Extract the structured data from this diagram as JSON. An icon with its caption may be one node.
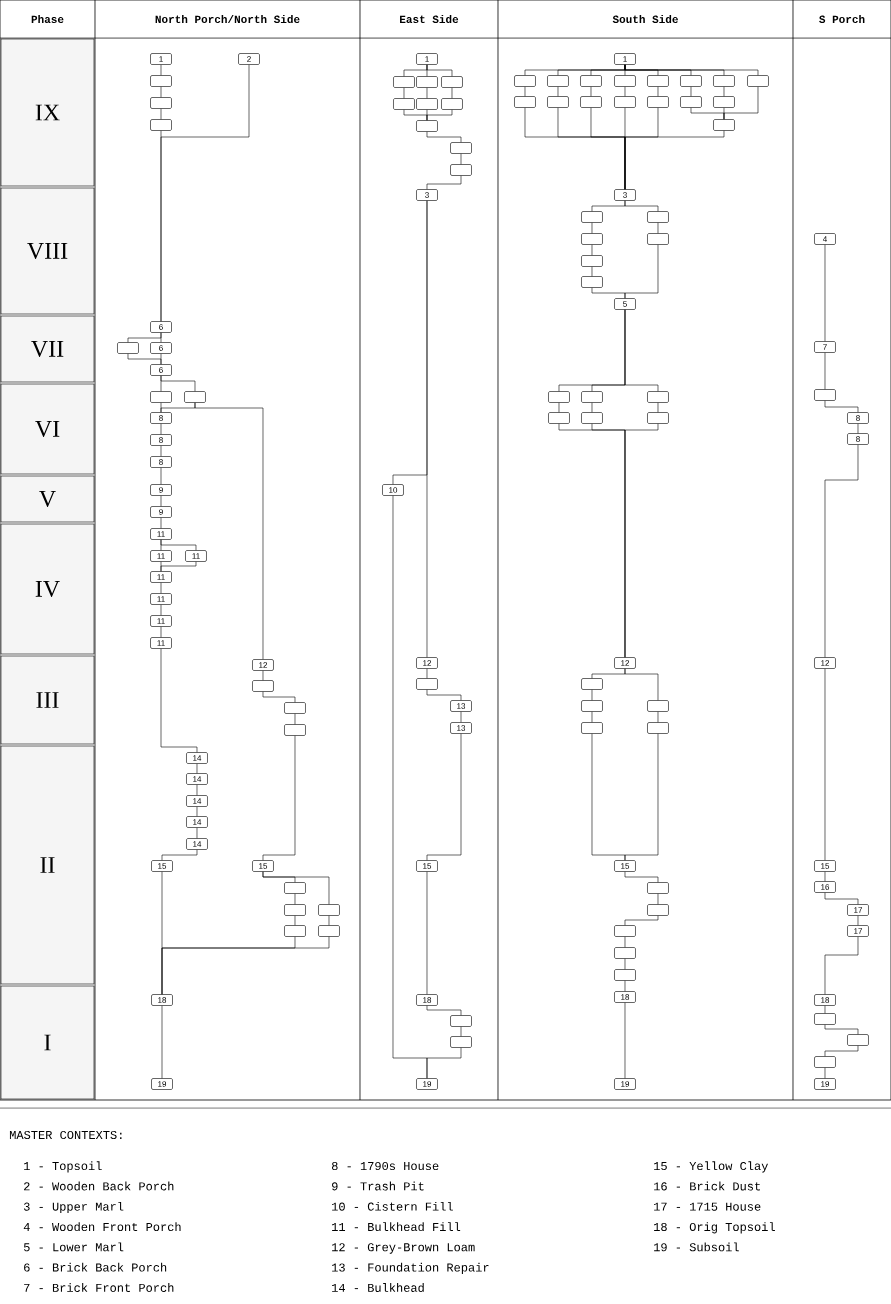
{
  "diagram": {
    "nodes": [
      {
        "text": [
          "1"
        ]
      },
      {
        "text": [],
        "shape": "box"
      },
      {
        "text": [],
        "shape": "box"
      },
      {
        "text": [],
        "shape": "box"
      },
      {
        "text": [
          "2"
        ]
      },
      {
        "text": [
          "6"
        ]
      },
      {
        "text": [],
        "shape": "box"
      },
      {
        "text": [
          "6"
        ]
      },
      {
        "text": [
          "6"
        ]
      },
      {
        "text": [],
        "shape": "box"
      },
      {
        "text": [],
        "shape": "box"
      },
      {
        "text": [
          "8"
        ]
      },
      {
        "text": [
          "8"
        ]
      },
      {
        "text": [
          "8"
        ]
      },
      {
        "text": [
          "9"
        ]
      },
      {
        "text": [
          "9"
        ]
      },
      {
        "text": [
          "11"
        ]
      },
      {
        "text": [
          "11"
        ]
      },
      {
        "text": [
          "11"
        ]
      },
      {
        "text": [
          "11"
        ]
      },
      {
        "text": [
          "11"
        ]
      },
      {
        "text": [
          "11"
        ]
      },
      {
        "text": [
          "11"
        ]
      },
      {
        "text": [
          "12"
        ]
      },
      {
        "text": [],
        "shape": "box"
      },
      {
        "text": [],
        "shape": "box"
      },
      {
        "text": [],
        "shape": "box"
      },
      {
        "text": [
          "14"
        ]
      },
      {
        "text": [
          "14"
        ]
      },
      {
        "text": [
          "14"
        ]
      },
      {
        "text": [
          "14"
        ]
      },
      {
        "text": [
          "14"
        ]
      },
      {
        "text": [
          "15"
        ]
      },
      {
        "text": [
          "15"
        ]
      },
      {
        "text": [],
        "shape": "box"
      },
      {
        "text": [],
        "shape": "box"
      },
      {
        "text": [],
        "shape": "box"
      },
      {
        "text": [],
        "shape": "box"
      },
      {
        "text": [],
        "shape": "box"
      },
      {
        "text": [
          "18"
        ]
      },
      {
        "text": [
          "19"
        ]
      },
      {
        "text": [
          "1"
        ]
      },
      {
        "text": [],
        "shape": "box"
      },
      {
        "text": [],
        "shape": "box"
      },
      {
        "text": [],
        "shape": "box"
      },
      {
        "text": [],
        "shape": "box"
      },
      {
        "text": [],
        "shape": "box"
      },
      {
        "text": [],
        "shape": "box"
      },
      {
        "text": [],
        "shape": "box"
      },
      {
        "text": [],
        "shape": "box"
      },
      {
        "text": [],
        "shape": "box"
      },
      {
        "text": [
          "3"
        ]
      },
      {
        "text": [
          "10"
        ]
      },
      {
        "text": [
          "12"
        ]
      },
      {
        "text": [],
        "shape": "box"
      },
      {
        "text": [
          "13"
        ]
      },
      {
        "text": [
          "13"
        ]
      },
      {
        "text": [
          "15"
        ]
      },
      {
        "text": [
          "18"
        ]
      },
      {
        "text": [],
        "shape": "box"
      },
      {
        "text": [],
        "shape": "box"
      },
      {
        "text": [
          "19"
        ]
      },
      {
        "text": [
          "1"
        ]
      },
      {
        "text": [],
        "shape": "box"
      },
      {
        "text": [],
        "shape": "box"
      },
      {
        "text": [],
        "shape": "box"
      },
      {
        "text": [],
        "shape": "box"
      },
      {
        "text": [],
        "shape": "box"
      },
      {
        "text": [],
        "shape": "box"
      },
      {
        "text": [],
        "shape": "box"
      },
      {
        "text": [],
        "shape": "box"
      },
      {
        "text": [],
        "shape": "box"
      },
      {
        "text": [],
        "shape": "box"
      },
      {
        "text": [],
        "shape": "box"
      },
      {
        "text": [],
        "shape": "box"
      },
      {
        "text": [],
        "shape": "box"
      },
      {
        "text": [],
        "shape": "box"
      },
      {
        "text": [],
        "shape": "box"
      },
      {
        "text": [],
        "shape": "box"
      },
      {
        "text": [
          "3"
        ]
      },
      {
        "text": [],
        "shape": "box"
      },
      {
        "text": [],
        "shape": "box"
      },
      {
        "text": [],
        "shape": "box"
      },
      {
        "text": [],
        "shape": "box"
      },
      {
        "text": [],
        "shape": "box"
      },
      {
        "text": [],
        "shape": "box"
      },
      {
        "text": [
          "5"
        ]
      },
      {
        "text": [],
        "shape": "box"
      },
      {
        "text": [],
        "shape": "box"
      },
      {
        "text": [],
        "shape": "box"
      },
      {
        "text": [],
        "shape": "box"
      },
      {
        "text": [],
        "shape": "box"
      },
      {
        "text": [],
        "shape": "box"
      },
      {
        "text": [
          "12"
        ]
      },
      {
        "text": [],
        "shape": "box"
      },
      {
        "text": [],
        "shape": "box"
      },
      {
        "text": [],
        "shape": "box"
      },
      {
        "text": [],
        "shape": "box"
      },
      {
        "text": [],
        "shape": "box"
      },
      {
        "text": [
          "15"
        ]
      },
      {
        "text": [],
        "shape": "box"
      },
      {
        "text": [],
        "shape": "box"
      },
      {
        "text": [],
        "shape": "box"
      },
      {
        "text": [],
        "shape": "box"
      },
      {
        "text": [],
        "shape": "box"
      },
      {
        "text": [
          "18"
        ]
      },
      {
        "text": [
          "19"
        ]
      },
      {
        "text": [
          "4"
        ]
      },
      {
        "text": [
          "7"
        ]
      },
      {
        "text": [],
        "shape": "box"
      },
      {
        "text": [
          "8"
        ]
      },
      {
        "text": [
          "8"
        ]
      },
      {
        "text": [
          "12"
        ]
      },
      {
        "text": [
          "15"
        ]
      },
      {
        "text": [
          "16"
        ]
      },
      {
        "text": [
          "17"
        ]
      },
      {
        "text": [
          "17"
        ]
      },
      {
        "text": [
          "18"
        ]
      },
      {
        "text": [],
        "shape": "box"
      },
      {
        "text": [],
        "shape": "box"
      },
      {
        "text": [],
        "shape": "box"
      },
      {
        "text": [
          "19"
        ]
      }
    ],
    "edges": [
      {
        "from": 0,
        "to": 1,
        "arrow": "none"
      },
      {
        "from": 1,
        "to": 2,
        "arrow": "none"
      },
      {
        "from": 2,
        "to": 3,
        "arrow": "none"
      },
      {
        "from": 3,
        "to": 5,
        "arrow": "none"
      },
      {
        "from": 4,
        "to": 5,
        "arrow": "none"
      },
      {
        "from": 5,
        "to": 7,
        "arrow": "none"
      },
      {
        "from": 5,
        "to": 6,
        "arrow": "none"
      },
      {
        "from": 6,
        "to": 8,
        "arrow": "none"
      },
      {
        "from": 7,
        "to": 8,
        "arrow": "none"
      },
      {
        "from": 8,
        "to": 9,
        "arrow": "none"
      },
      {
        "from": 8,
        "to": 10,
        "arrow": "none"
      },
      {
        "from": 9,
        "to": 11,
        "arrow": "none"
      },
      {
        "from": 10,
        "to": 11,
        "arrow": "none"
      },
      {
        "from": 10,
        "to": 23,
        "arrow": "none"
      },
      {
        "from": 11,
        "to": 12,
        "arrow": "none"
      },
      {
        "from": 12,
        "to": 13,
        "arrow": "none"
      },
      {
        "from": 13,
        "to": 14,
        "arrow": "none"
      },
      {
        "from": 14,
        "to": 15,
        "arrow": "none"
      },
      {
        "from": 15,
        "to": 16,
        "arrow": "none"
      },
      {
        "from": 16,
        "to": 17,
        "arrow": "none"
      },
      {
        "from": 16,
        "to": 18,
        "arrow": "none"
      },
      {
        "from": 17,
        "to": 19,
        "arrow": "none"
      },
      {
        "from": 18,
        "to": 19,
        "arrow": "none"
      },
      {
        "from": 19,
        "to": 20,
        "arrow": "none"
      },
      {
        "from": 20,
        "to": 21,
        "arrow": "none"
      },
      {
        "from": 21,
        "to": 22,
        "arrow": "none"
      },
      {
        "from": 22,
        "to": 27,
        "arrow": "none"
      },
      {
        "from": 27,
        "to": 28,
        "arrow": "none"
      },
      {
        "from": 28,
        "to": 29,
        "arrow": "none"
      },
      {
        "from": 29,
        "to": 30,
        "arrow": "none"
      },
      {
        "from": 30,
        "to": 31,
        "arrow": "none"
      },
      {
        "from": 31,
        "to": 32,
        "arrow": "none"
      },
      {
        "from": 23,
        "to": 24,
        "arrow": "none"
      },
      {
        "from": 24,
        "to": 25,
        "arrow": "none"
      },
      {
        "from": 25,
        "to": 26,
        "arrow": "none"
      },
      {
        "from": 26,
        "to": 33,
        "arrow": "none"
      },
      {
        "from": 33,
        "to": 34,
        "arrow": "none"
      },
      {
        "from": 34,
        "to": 35,
        "arrow": "none"
      },
      {
        "from": 35,
        "to": 36,
        "arrow": "none"
      },
      {
        "from": 33,
        "to": 37,
        "arrow": "none"
      },
      {
        "from": 37,
        "to": 38,
        "arrow": "none"
      },
      {
        "from": 32,
        "to": 39,
        "arrow": "none"
      },
      {
        "from": 36,
        "to": 39,
        "arrow": "none"
      },
      {
        "from": 38,
        "to": 39,
        "arrow": "none"
      },
      {
        "from": 39,
        "to": 40,
        "arrow": "none"
      },
      {
        "from": 41,
        "to": 42,
        "arrow": "none"
      },
      {
        "from": 41,
        "to": 43,
        "arrow": "none"
      },
      {
        "from": 41,
        "to": 44,
        "arrow": "none"
      },
      {
        "from": 42,
        "to": 45,
        "arrow": "none"
      },
      {
        "from": 43,
        "to": 46,
        "arrow": "none"
      },
      {
        "from": 44,
        "to": 47,
        "arrow": "none"
      },
      {
        "from": 45,
        "to": 48,
        "arrow": "none"
      },
      {
        "from": 46,
        "to": 48,
        "arrow": "none"
      },
      {
        "from": 47,
        "to": 48,
        "arrow": "none"
      },
      {
        "from": 48,
        "to": 49,
        "arrow": "none"
      },
      {
        "from": 49,
        "to": 50,
        "arrow": "none"
      },
      {
        "from": 50,
        "to": 51,
        "arrow": "none"
      },
      {
        "from": 51,
        "to": 52,
        "arrow": "none"
      },
      {
        "from": 51,
        "to": 53,
        "arrow": "none"
      },
      {
        "from": 53,
        "to": 54,
        "arrow": "none"
      },
      {
        "from": 54,
        "to": 55,
        "arrow": "none"
      },
      {
        "from": 55,
        "to": 56,
        "arrow": "none"
      },
      {
        "from": 56,
        "to": 57,
        "arrow": "none"
      },
      {
        "from": 57,
        "to": 58,
        "arrow": "none"
      },
      {
        "from": 58,
        "to": 59,
        "arrow": "none"
      },
      {
        "from": 59,
        "to": 60,
        "arrow": "none"
      },
      {
        "from": 60,
        "to": 61,
        "arrow": "none"
      },
      {
        "from": 52,
        "to": 61,
        "arrow": "none"
      },
      {
        "from": 62,
        "to": 63,
        "arrow": "none"
      },
      {
        "from": 62,
        "to": 64,
        "arrow": "none"
      },
      {
        "from": 62,
        "to": 65,
        "arrow": "none"
      },
      {
        "from": 62,
        "to": 66,
        "arrow": "none"
      },
      {
        "from": 62,
        "to": 67,
        "arrow": "none"
      },
      {
        "from": 62,
        "to": 68,
        "arrow": "none"
      },
      {
        "from": 62,
        "to": 69,
        "arrow": "none"
      },
      {
        "from": 62,
        "to": 70,
        "arrow": "none"
      },
      {
        "from": 63,
        "to": 71,
        "arrow": "none"
      },
      {
        "from": 64,
        "to": 72,
        "arrow": "none"
      },
      {
        "from": 65,
        "to": 73,
        "arrow": "none"
      },
      {
        "from": 66,
        "to": 74,
        "arrow": "none"
      },
      {
        "from": 67,
        "to": 75,
        "arrow": "none"
      },
      {
        "from": 68,
        "to": 76,
        "arrow": "none"
      },
      {
        "from": 69,
        "to": 77,
        "arrow": "none"
      },
      {
        "from": 71,
        "to": 79,
        "arrow": "none"
      },
      {
        "from": 72,
        "to": 79,
        "arrow": "none"
      },
      {
        "from": 73,
        "to": 79,
        "arrow": "none"
      },
      {
        "from": 74,
        "to": 79,
        "arrow": "none"
      },
      {
        "from": 75,
        "to": 79,
        "arrow": "none"
      },
      {
        "from": 76,
        "to": 78,
        "arrow": "none"
      },
      {
        "from": 77,
        "to": 78,
        "arrow": "none"
      },
      {
        "from": 70,
        "to": 78,
        "arrow": "none"
      },
      {
        "from": 78,
        "to": 79,
        "arrow": "none"
      },
      {
        "from": 79,
        "to": 80,
        "arrow": "none"
      },
      {
        "from": 79,
        "to": 84,
        "arrow": "none"
      },
      {
        "from": 80,
        "to": 81,
        "arrow": "none"
      },
      {
        "from": 81,
        "to": 82,
        "arrow": "none"
      },
      {
        "from": 82,
        "to": 83,
        "arrow": "none"
      },
      {
        "from": 84,
        "to": 85,
        "arrow": "none"
      },
      {
        "from": 83,
        "to": 86,
        "arrow": "none"
      },
      {
        "from": 85,
        "to": 86,
        "arrow": "none"
      },
      {
        "from": 86,
        "to": 87,
        "arrow": "none"
      },
      {
        "from": 86,
        "to": 88,
        "arrow": "none"
      },
      {
        "from": 86,
        "to": 89,
        "arrow": "none"
      },
      {
        "from": 87,
        "to": 90,
        "arrow": "none"
      },
      {
        "from": 88,
        "to": 91,
        "arrow": "none"
      },
      {
        "from": 89,
        "to": 92,
        "arrow": "none"
      },
      {
        "from": 90,
        "to": 93,
        "arrow": "none"
      },
      {
        "from": 91,
        "to": 93,
        "arrow": "none"
      },
      {
        "from": 92,
        "to": 93,
        "arrow": "none"
      },
      {
        "from": 93,
        "to": 94,
        "arrow": "none"
      },
      {
        "from": 93,
        "to": 97,
        "arrow": "none"
      },
      {
        "from": 94,
        "to": 95,
        "arrow": "none"
      },
      {
        "from": 95,
        "to": 96,
        "arrow": "none"
      },
      {
        "from": 97,
        "to": 98,
        "arrow": "none"
      },
      {
        "from": 96,
        "to": 99,
        "arrow": "none"
      },
      {
        "from": 98,
        "to": 99,
        "arrow": "none"
      },
      {
        "from": 99,
        "to": 100,
        "arrow": "none"
      },
      {
        "from": 100,
        "to": 101,
        "arrow": "none"
      },
      {
        "from": 101,
        "to": 102,
        "arrow": "none"
      },
      {
        "from": 102,
        "to": 103,
        "arrow": "none"
      },
      {
        "from": 103,
        "to": 104,
        "arrow": "none"
      },
      {
        "from": 104,
        "to": 105,
        "arrow": "none"
      },
      {
        "from": 105,
        "to": 106,
        "arrow": "none"
      },
      {
        "from": 107,
        "to": 108,
        "arrow": "none"
      },
      {
        "from": 108,
        "to": 109,
        "arrow": "none"
      },
      {
        "from": 109,
        "to": 110,
        "arrow": "none"
      },
      {
        "from": 110,
        "to": 111,
        "arrow": "none"
      },
      {
        "from": 111,
        "to": 112,
        "arrow": "none"
      },
      {
        "from": 112,
        "to": 113,
        "arrow": "none"
      },
      {
        "from": 113,
        "to": 114,
        "arrow": "none"
      },
      {
        "from": 114,
        "to": 115,
        "arrow": "none"
      },
      {
        "from": 115,
        "to": 116,
        "arrow": "none"
      },
      {
        "from": 116,
        "to": 117,
        "arrow": "none"
      },
      {
        "from": 117,
        "to": 118,
        "arrow": "none"
      },
      {
        "from": 118,
        "to": 119,
        "arrow": "none"
      },
      {
        "from": 119,
        "to": 120,
        "arrow": "none"
      },
      {
        "from": 120,
        "to": 121,
        "arrow": "none"
      }
    ],
    "labels": [
      "Phase",
      "North Porch/North Side",
      "East Side",
      "South Side",
      "S Porch",
      "IX",
      "VIII",
      "VII",
      "VI",
      "V",
      "IV",
      "III",
      "II",
      "I",
      "MASTER CONTEXTS:",
      "1 - Topsoil",
      "2 - Wooden Back Porch",
      "3 - Upper Marl",
      "4 - Wooden Front Porch",
      "5 - Lower Marl",
      "6 - Brick Back Porch",
      "7 - Brick Front Porch",
      "8 - 1790s House",
      "9 - Trash Pit",
      "10 - Cistern Fill",
      "11 - Bulkhead Fill",
      "12 - Grey-Brown Loam",
      "13 - Foundation Repair",
      "14 - Bulkhead",
      "15 - Yellow Clay",
      "16 - Brick Dust",
      "17 - 1715 House",
      "18 - Orig Topsoil",
      "19 - Subsoil"
    ]
  }
}
